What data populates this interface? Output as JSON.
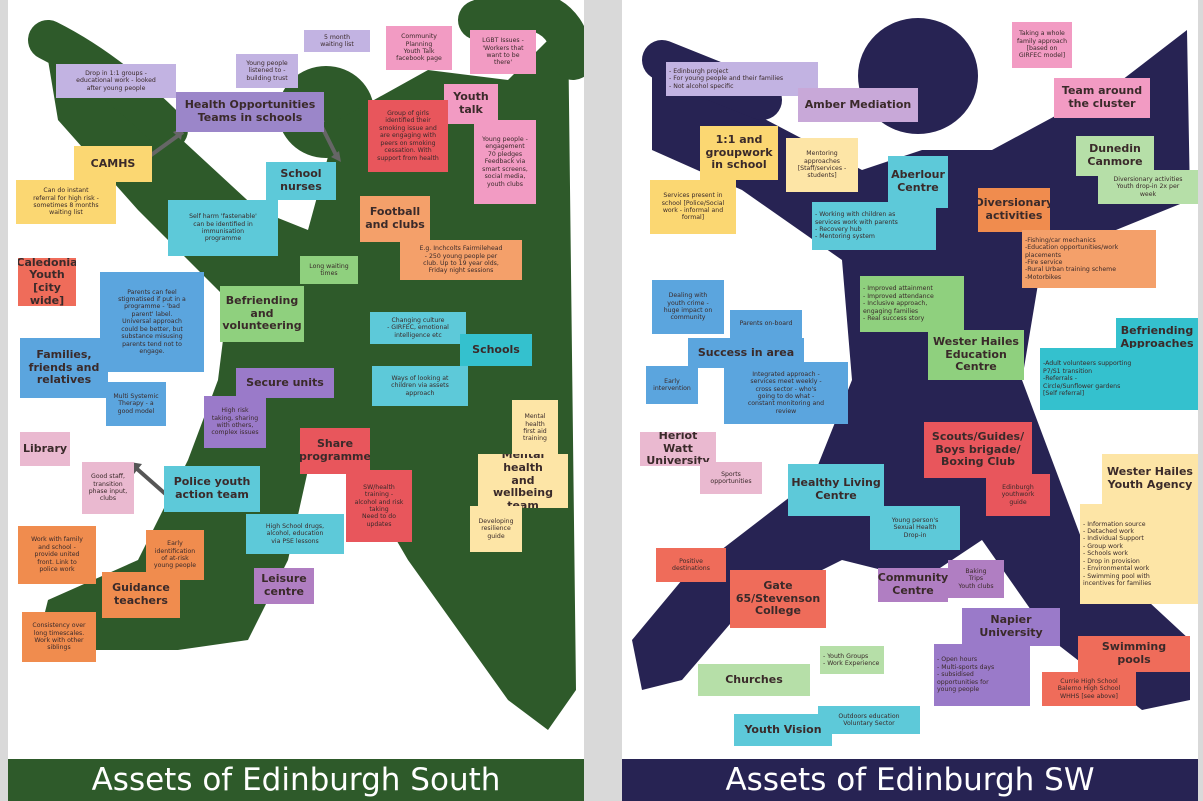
{
  "south": {
    "title": "Assets of Edinburgh South",
    "figure_color": "#2e5a2a",
    "notes": {
      "n1": "5 month\nwaiting list",
      "n2": "Community\nPlanning\nYouth Talk\nfacebook page",
      "n3": "LGBT Issues -\n'Workers that\nwant to be\nthere'",
      "n4": "Drop in 1:1 groups -\neducational work - looked\nafter young people",
      "n5": "Young people\nlistened to -\nbuilding trust",
      "n6": "Health Opportunities\nTeams in schools",
      "n7": "Youth\ntalk",
      "n8": "Group of girls\nidentified their\nsmoking issue and\nare engaging with\npeers on smoking\ncessation. With\nsupport from health",
      "n9": "Young people -\nengagement\n70 pledges\nFeedback via\nsmart screens,\nsocial media,\nyouth clubs",
      "n10": "CAMHS",
      "n11": "School\nnurses",
      "n12": "Can do instant\nreferral for high risk -\nsometimes 8 months\nwaiting list",
      "n13": "Self harm 'fastenable'\ncan be identified in\nimmunisation\nprogramme",
      "n14": "Football\nand clubs",
      "n15": "Caledonia\nYouth\n[city wide]",
      "n16": "Long waiting\ntimes",
      "n17": "E.g. Inchcolts Fairmilehead\n- 250 young people per\nclub. Up to 19 year olds,\nFriday night sessions",
      "n18": "Parents can feel\nstigmatised if put in a\nprogramme - 'bad\nparent' label.\nUniversal approach\ncould be better, but\nsubstance misusing\nparents tend not to\nengage.",
      "n19": "Befriending\nand\nvolunteering",
      "n20": "Changing culture\n- GIRFEC, emotional\nintelligence etc",
      "n21": "Families,\nfriends and\nrelatives",
      "n22": "Schools",
      "n23": "Secure units",
      "n24": "Multi Systemic\nTherapy - a\ngood model",
      "n25": "Ways of looking at\nchildren via assets\napproach",
      "n26": "Mental\nhealth\nfirst aid\ntraining",
      "n27": "High risk\ntaking, sharing\nwith others,\ncomplex issues",
      "n28": "Library",
      "n29": "Share\nprogramme",
      "n30": "Mental health\nand wellbeing\nteam",
      "n31": "Good staff,\ntransition\nphase input,\nclubs",
      "n32": "Police youth\naction team",
      "n33": "SW/health\ntraining -\nalcohol and risk\ntaking\nNeed to do\nupdates",
      "n34": "Developing\nresilience\nguide",
      "n35": "Work with family\nand school -\nprovide united\nfront. Link to\npolice work",
      "n36": "High School drugs,\nalcohol, education\nvia PSE lessons",
      "n37": "Early\nidentification\nof at-risk\nyoung people",
      "n38": "Guidance\nteachers",
      "n39": "Leisure\ncentre",
      "n40": "Consistency over\nlong timescales.\nWork with other\nsiblings"
    }
  },
  "sw": {
    "title": "Assets of Edinburgh SW",
    "figure_color": "#272353",
    "notes": {
      "m1": "Taking a whole\nfamily approach\n[based on\nGIRFEC model]",
      "m2": "- Edinburgh project\n- For young people and their families\n- Not alcohol specific",
      "m3": "Amber Mediation",
      "m4": "Team around\nthe cluster",
      "m5": "1:1 and\ngroupwork\nin school",
      "m6": "Mentoring\napproaches\n[Staff/services -\nstudents]",
      "m7": "Dunedin\nCanmore",
      "m8": "Aberlour\nCentre",
      "m9": "Diversionary activities\nYouth drop-in 2x per\nweek",
      "m10": "Services present in\nschool [Police/Social\nwork - informal and\nformal]",
      "m11": "Diversionary\nactivities",
      "m12": "- Working with children as\nservices work with parents\n- Recovery hub\n- Mentoring system",
      "m13": "-Fishing/car mechanics\n-Education opportunities/work\nplacements\n-Fire service\n-Rural Urban training scheme\n-Motorbikes",
      "m14": "Dealing with\nyouth crime -\nhuge impact on\ncommunity",
      "m15": "- Improved attainment\n- Improved attendance\n- Inclusive approach,\nengaging families\n- Real success story",
      "m16": "Befriending\nApproaches",
      "m17": "Parents on-board",
      "m18": "Wester Hailes\nEducation\nCentre",
      "m19": "Success in area",
      "m20": "-Adult volunteers supporting\nP7/S1 transition\n-Referrals -\nCircle/Sunflower gardens\n[Self referral]",
      "m21": "Early\nintervention",
      "m22": "Integrated approach -\nservices meet weekly -\ncross sector - who's\ngoing to do what -\nconstant monitoring and\nreview",
      "m23": "Scouts/Guides/\nBoys brigade/\nBoxing Club",
      "m24": "Heriot Watt\nUniversity",
      "m25": "Edinburgh\nyouthwork\nguide",
      "m26": "Wester Hailes\nYouth Agency",
      "m27": "Sports\nopportunities",
      "m28": "Healthy Living\nCentre",
      "m29": "- Information source\n- Detached work\n- Individual Support\n- Group work\n- Schools work\n- Drop in provision\n- Environmental work\n- Swimming pool with\nincentives for families",
      "m30": "Young person's\nSexual Health\nDrop-in",
      "m31": "Positive\ndestinations",
      "m32": "Baking\nTrips\nYouth clubs",
      "m33": "Community\nCentre",
      "m34": "Gate\n65/Stevenson\nCollege",
      "m35": "Napier\nUniversity",
      "m36": "Swimming\npools",
      "m37": "- Youth Groups\n- Work Experience",
      "m38": "- Open hours\n- Multi-sports days\n- subsidised\nopportunities for\nyoung people",
      "m39": "Currie High School\nBalerno High School\nWHHS [see above]",
      "m40": "Churches",
      "m41": "Outdoors education\nVoluntary Sector",
      "m42": "Youth Vision"
    }
  }
}
